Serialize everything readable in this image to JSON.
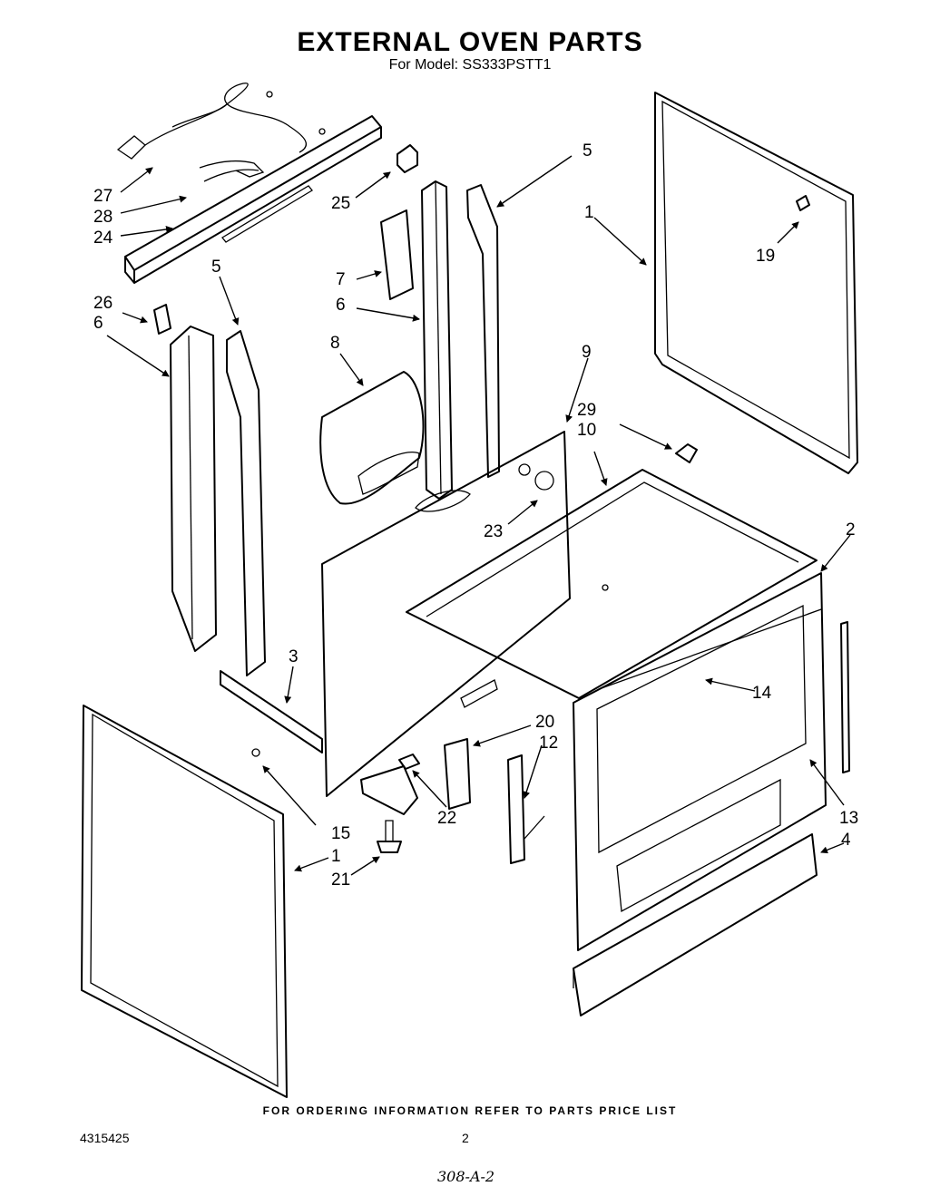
{
  "header": {
    "title": "EXTERNAL OVEN PARTS",
    "subtitle": "For Model: SS333PSTT1"
  },
  "callouts": [
    {
      "id": "c27",
      "label": "27"
    },
    {
      "id": "c28",
      "label": "28"
    },
    {
      "id": "c24",
      "label": "24"
    },
    {
      "id": "c25",
      "label": "25"
    },
    {
      "id": "c5a",
      "label": "5"
    },
    {
      "id": "c1a",
      "label": "1"
    },
    {
      "id": "c19",
      "label": "19"
    },
    {
      "id": "c7",
      "label": "7"
    },
    {
      "id": "c6a",
      "label": "6"
    },
    {
      "id": "c26",
      "label": "26"
    },
    {
      "id": "c6b",
      "label": "6"
    },
    {
      "id": "c5b",
      "label": "5"
    },
    {
      "id": "c8",
      "label": "8"
    },
    {
      "id": "c9",
      "label": "9"
    },
    {
      "id": "c29",
      "label": "29"
    },
    {
      "id": "c10",
      "label": "10"
    },
    {
      "id": "c23",
      "label": "23"
    },
    {
      "id": "c2",
      "label": "2"
    },
    {
      "id": "c3",
      "label": "3"
    },
    {
      "id": "c14",
      "label": "14"
    },
    {
      "id": "c20",
      "label": "20"
    },
    {
      "id": "c12",
      "label": "12"
    },
    {
      "id": "c15",
      "label": "15"
    },
    {
      "id": "c22",
      "label": "22"
    },
    {
      "id": "c13",
      "label": "13"
    },
    {
      "id": "c1b",
      "label": "1"
    },
    {
      "id": "c4",
      "label": "4"
    },
    {
      "id": "c21",
      "label": "21"
    }
  ],
  "footer": {
    "note": "FOR ORDERING INFORMATION REFER TO PARTS PRICE LIST",
    "doc_number": "4315425",
    "page_number": "2",
    "handwritten": "308-A-2"
  }
}
